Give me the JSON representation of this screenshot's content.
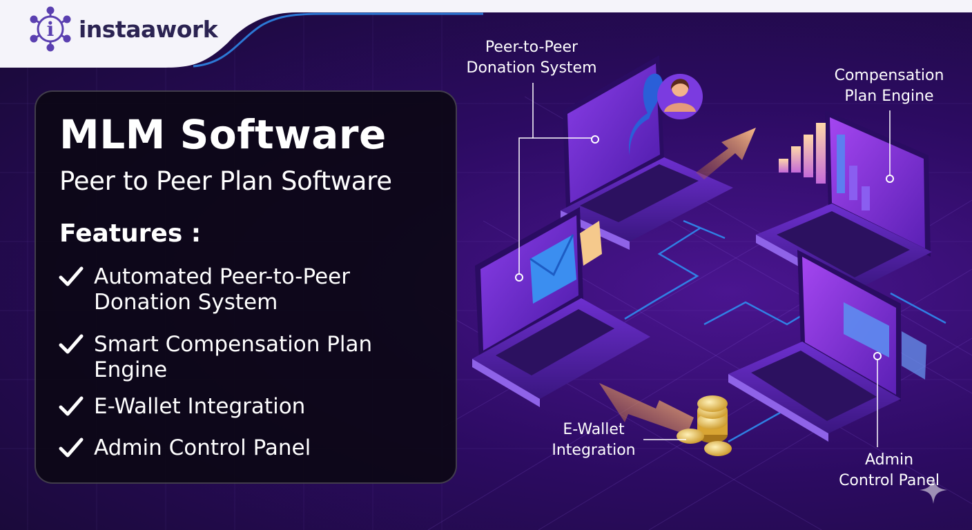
{
  "brand": {
    "name": "instaawork",
    "logo_letter": "i"
  },
  "panel": {
    "title": "MLM Software",
    "subtitle": "Peer to Peer Plan Software",
    "features_heading": "Features :",
    "features": [
      {
        "icon": "check-icon",
        "text": "Automated Peer-to-Peer Donation System"
      },
      {
        "icon": "check-icon",
        "text": "Smart Compensation Plan Engine"
      },
      {
        "icon": "check-icon",
        "text": "E-Wallet Integration"
      },
      {
        "icon": "check-icon",
        "text": "Admin Control Panel"
      }
    ]
  },
  "callouts": {
    "peer_line1": "Peer-to-Peer",
    "peer_line2": "Donation System",
    "comp_line1": "Compensation",
    "comp_line2": "Plan Engine",
    "wallet_line1": "E-Wallet",
    "wallet_line2": "Integration",
    "admin_line1": "Admin",
    "admin_line2": "Control Panel"
  },
  "colors": {
    "background": "#2c0b62",
    "panel": "#0c0816",
    "accent_blue": "#2f8df0",
    "logo_purple": "#5a3fb0",
    "text": "#ffffff"
  }
}
